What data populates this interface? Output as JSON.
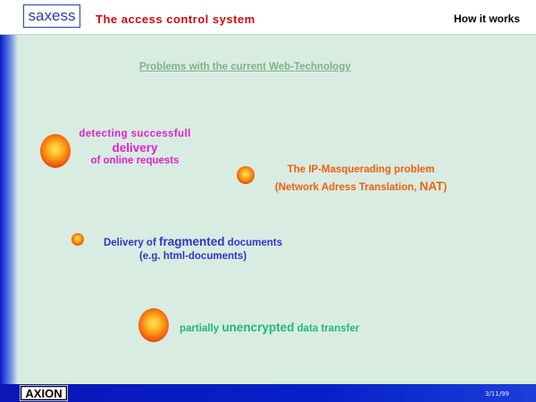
{
  "header": {
    "logo_text": "saxess",
    "title": "The access control system",
    "section": "How it works"
  },
  "main": {
    "subtitle": "Problems with the current Web-Technology",
    "items": [
      {
        "line1": "detecting successfull",
        "line2": "delivery",
        "line3": "of online requests"
      },
      {
        "line1": "The IP-Masquerading problem",
        "line2_pre": "(Network Adress Translation, ",
        "line2_big": "NAT",
        "line2_post": ")"
      },
      {
        "line1_pre": "Delivery of ",
        "line1_big": "fragmented",
        "line1_post": " documents",
        "line2": "(e.g. html-documents)"
      },
      {
        "pre": "partially ",
        "big": "unencrypted",
        "post": " data transfer"
      }
    ]
  },
  "footer": {
    "logo_text": "AXION",
    "date": "3/11/99"
  },
  "colors": {
    "title": "#d10a0a",
    "item1": "#e020d0",
    "item2": "#f06010",
    "item3": "#2c36c8",
    "item4": "#1fb87e"
  }
}
